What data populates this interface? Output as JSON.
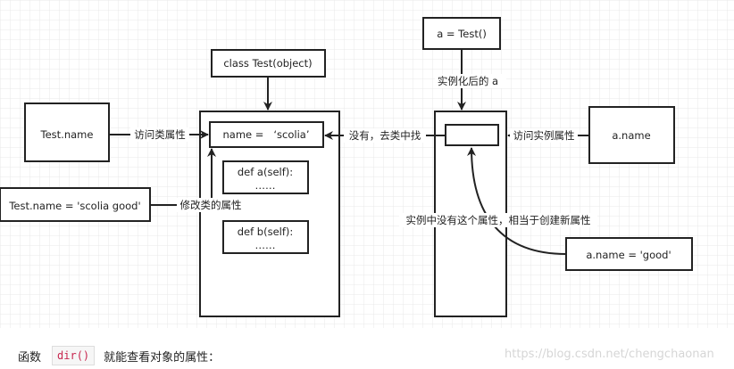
{
  "diagram": {
    "instantiate_box": "a = Test()",
    "instantiate_label": "实例化后的 a",
    "class_box": "class Test(object)",
    "name_attr": "name =   ‘scolia’",
    "method_a": "def a(self):",
    "method_a_body": "……",
    "method_b": "def b(self):",
    "method_b_body": "……",
    "test_name_box": "Test.name",
    "access_class_attr_label": "访问类属性",
    "modify_box": "Test.name = 'scolia good'",
    "modify_label": "修改类的属性",
    "lookup_label": "没有，去类中找",
    "a_name_box": "a.name",
    "access_instance_label": "访问实例属性",
    "a_name_assign_box": "a.name = 'good'",
    "create_attr_label": "实例中没有这个属性，相当于创建新属性"
  },
  "footer": {
    "prefix": "函数",
    "code": "dir()",
    "suffix": "就能查看对象的属性：",
    "watermark": "https://blog.csdn.net/chengchaonan"
  }
}
